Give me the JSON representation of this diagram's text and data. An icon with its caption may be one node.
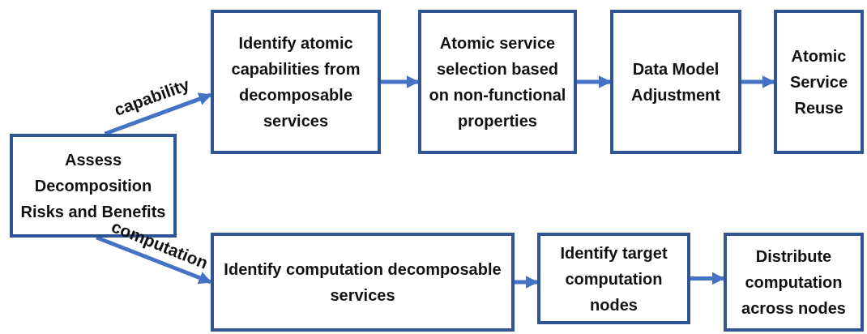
{
  "diagram": {
    "nodes": [
      {
        "text": [
          "Assess Decomposition Risks and Benefits"
        ]
      },
      {
        "text": [
          "Identify atomic capabilities from decomposable services"
        ]
      },
      {
        "text": [
          "Atomic service selection based on non-functional properties"
        ]
      },
      {
        "text": [
          "Data Model Adjustment"
        ]
      },
      {
        "text": [
          "Atomic Service Reuse"
        ]
      },
      {
        "text": [
          "Identify computation decomposable services"
        ]
      },
      {
        "text": [
          "Identify target computation nodes"
        ]
      },
      {
        "text": [
          "Distribute computation across nodes"
        ]
      }
    ],
    "edges": [
      {
        "from": 0,
        "to": 1,
        "arrow": "to",
        "label": "capability"
      },
      {
        "from": 1,
        "to": 2,
        "arrow": "to"
      },
      {
        "from": 2,
        "to": 3,
        "arrow": "to"
      },
      {
        "from": 3,
        "to": 4,
        "arrow": "to"
      },
      {
        "from": 0,
        "to": 5,
        "arrow": "to",
        "label": "computation"
      },
      {
        "from": 5,
        "to": 6,
        "arrow": "to"
      },
      {
        "from": 6,
        "to": 7,
        "arrow": "to"
      }
    ]
  }
}
